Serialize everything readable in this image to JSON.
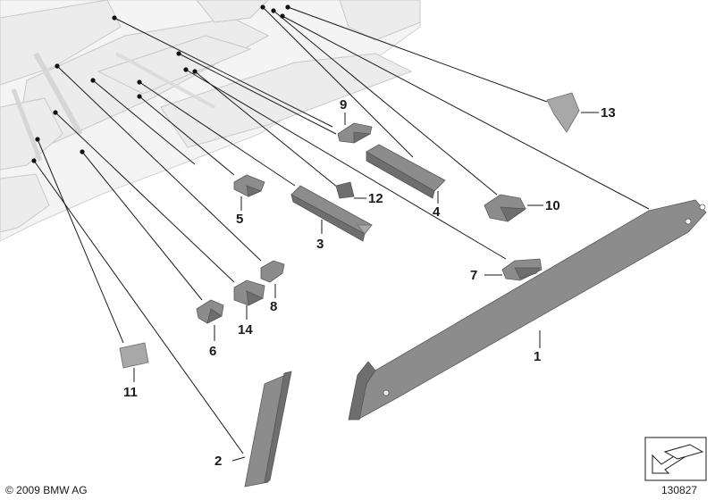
{
  "callouts": [
    {
      "id": "c1",
      "label": "1"
    },
    {
      "id": "c2",
      "label": "2"
    },
    {
      "id": "c3",
      "label": "3"
    },
    {
      "id": "c4",
      "label": "4"
    },
    {
      "id": "c5",
      "label": "5"
    },
    {
      "id": "c6",
      "label": "6"
    },
    {
      "id": "c7",
      "label": "7"
    },
    {
      "id": "c8",
      "label": "8"
    },
    {
      "id": "c9",
      "label": "9"
    },
    {
      "id": "c10",
      "label": "10"
    },
    {
      "id": "c11",
      "label": "11"
    },
    {
      "id": "c12",
      "label": "12"
    },
    {
      "id": "c13",
      "label": "13"
    },
    {
      "id": "c14",
      "label": "14"
    }
  ],
  "footer": {
    "copyright": "© 2009 BMW AG",
    "diagram_number": "130827"
  },
  "colors": {
    "part": "#8c8c8c",
    "ghost_structure": "#ececec",
    "line": "#1a1a1a"
  }
}
